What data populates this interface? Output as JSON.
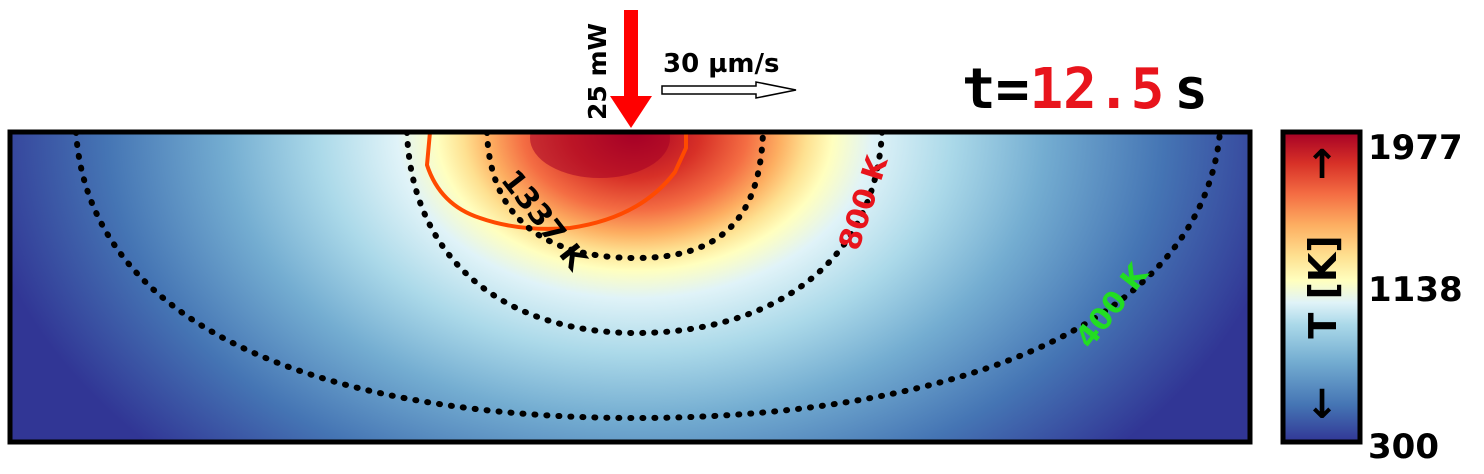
{
  "header": {
    "time_prefix": "t=",
    "time_value": "12.5",
    "time_unit": "s",
    "laser_power": "25 mW",
    "scan_speed": "30 µm/s"
  },
  "contours": [
    {
      "label": "1337 K",
      "color": "#000000"
    },
    {
      "label": "800 K",
      "color": "#e8141c"
    },
    {
      "label": "400 K",
      "color": "#22dd22"
    }
  ],
  "colorbar": {
    "title": "T [K]",
    "max": "1977",
    "mid": "1138",
    "min": "300",
    "arrow_up": "↑",
    "arrow_down": "↓"
  },
  "colors": {
    "time_accent": "#e8141c",
    "laser_arrow": "#ff0000",
    "melt_pool_line": "#ff4a00",
    "colormap": [
      "#313695",
      "#4575b4",
      "#74add1",
      "#abd9e9",
      "#e0f3f8",
      "#ffffbf",
      "#fee090",
      "#fdae61",
      "#f46d43",
      "#d73027",
      "#a50026"
    ]
  }
}
